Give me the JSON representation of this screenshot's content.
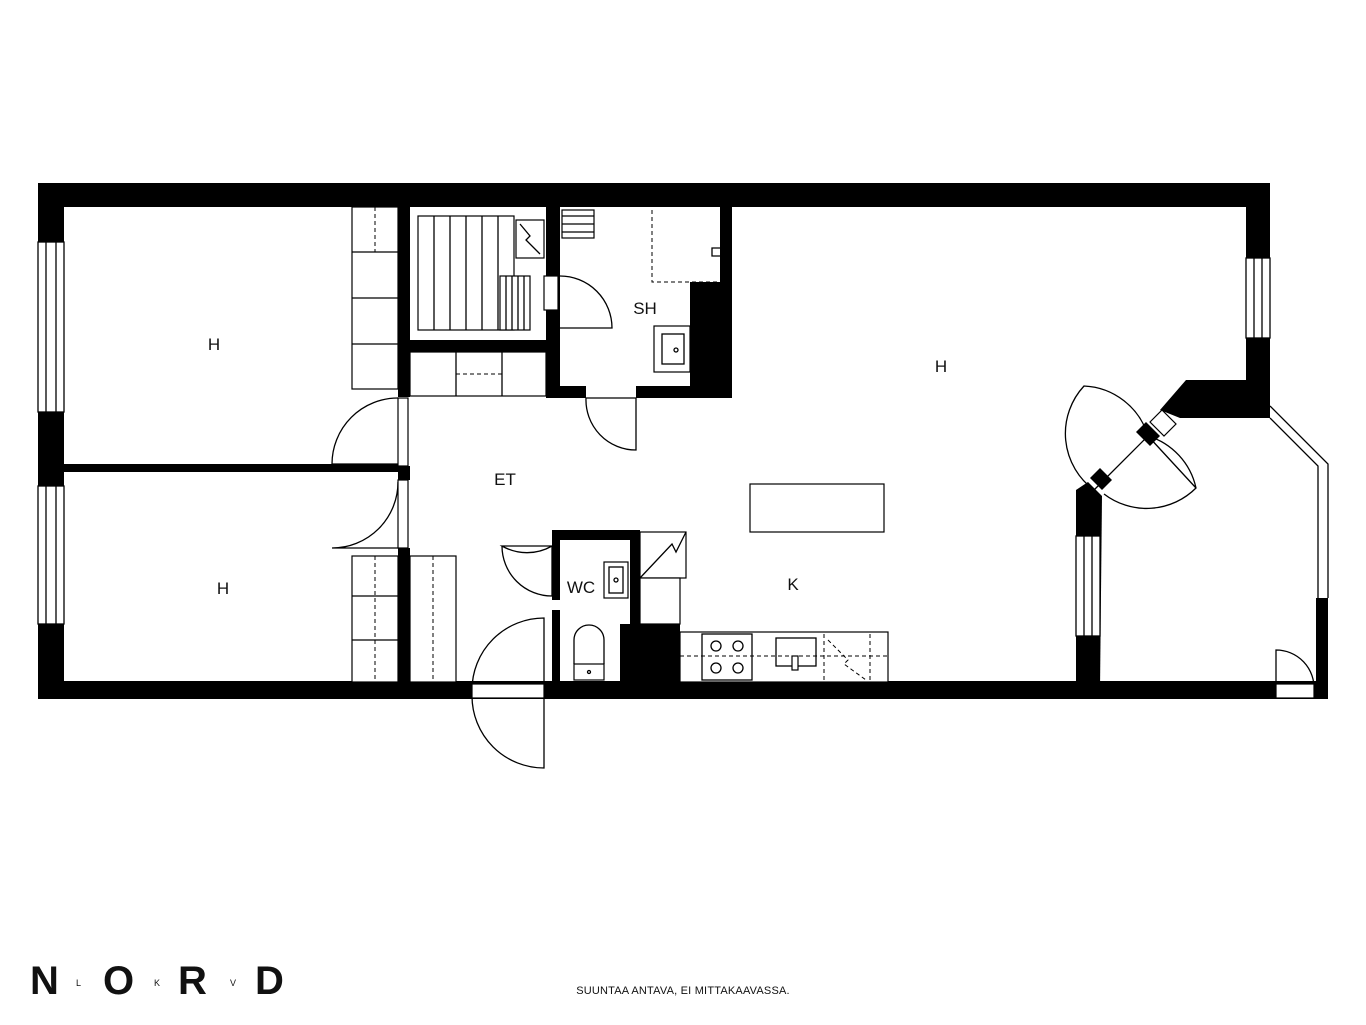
{
  "rooms": {
    "bedroom_top": "H",
    "bedroom_bottom": "H",
    "living": "H",
    "shower": "SH",
    "hall": "ET",
    "wc": "WC",
    "kitchen": "K"
  },
  "footer": {
    "logo_letters": [
      "N",
      "L",
      "O",
      "K",
      "R",
      "V",
      "D"
    ],
    "disclaimer": "SUUNTAA ANTAVA, EI MITTAKAAVASSA."
  },
  "colors": {
    "wall": "#000000",
    "background": "#ffffff"
  }
}
